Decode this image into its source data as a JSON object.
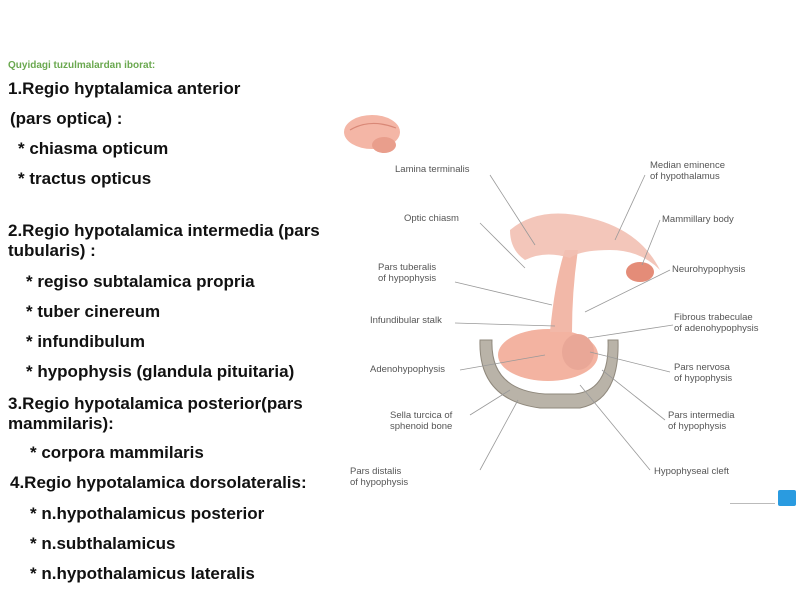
{
  "subtitle": "Quyidagi tuzulmalardan iborat:",
  "lines": [
    "1.Regio hyptalamica anterior",
    " (pars optica) :",
    "  * chiasma opticum",
    "  * tractus opticus",
    "2.Regio hypotalamica intermedia (pars tubularis) :",
    "    * regiso subtalamica propria",
    "    * tuber cinereum",
    "    * infundibulum",
    "    * hypophysis (glandula    pituitaria)",
    " 3.Regio hypotalamica posterior(pars mammilaris):",
    "     * corpora mammilaris",
    " 4.Regio hypotalamica dorsolateralis:",
    "     * n.hypothalamicus posterior",
    "     * n.subthalamicus",
    "     * n.hypothalamicus lateralis"
  ],
  "diagram": {
    "labels_left": [
      "Lamina terminalis",
      "Optic chiasm",
      "Pars tuberalis of hypophysis",
      "Infundibular stalk",
      "Adenohypophysis",
      "Sella turcica of sphenoid bone",
      "Pars distalis of hypophysis"
    ],
    "labels_right": [
      "Median eminence of hypothalamus",
      "Mammillary body",
      "Neurohypophysis",
      "Fibrous trabeculae of adenohypophysis",
      "Pars nervosa of hypophysis",
      "Pars intermedia of hypophysis",
      "Hypophyseal cleft"
    ]
  },
  "colors": {
    "subtitle": "#6aa84f",
    "text": "#111111",
    "tissue": "#f2b8a8",
    "bone": "#b9b3a8"
  }
}
